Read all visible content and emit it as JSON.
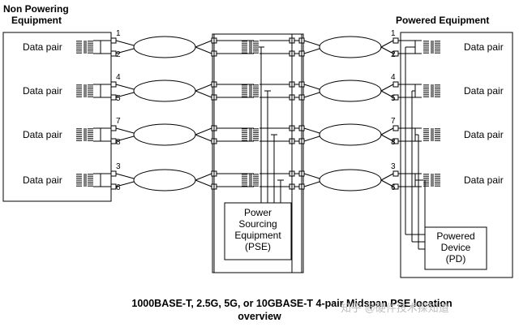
{
  "left_device": {
    "title_line1": "Non Powering",
    "title_line2": "Equipment"
  },
  "right_device": {
    "title": "Powered Equipment"
  },
  "data_pair_label": "Data pair",
  "pairs": [
    {
      "top_pin": "1",
      "bottom_pin": "2"
    },
    {
      "top_pin": "4",
      "bottom_pin": "5"
    },
    {
      "top_pin": "7",
      "bottom_pin": "8"
    },
    {
      "top_pin": "3",
      "bottom_pin": "6"
    }
  ],
  "pse": {
    "line1": "Power",
    "line2": "Sourcing",
    "line3": "Equipment",
    "line4": "(PSE)"
  },
  "pd": {
    "line1": "Powered",
    "line2": "Device",
    "line3": "(PD)"
  },
  "caption": {
    "line1": "1000BASE-T, 2.5G, 5G, or 10GBASE-T 4-pair Midspan PSE location",
    "line2": "overview"
  },
  "watermark": "知乎 @硬件技术探知道",
  "colors": {
    "line": "#000000",
    "background": "#ffffff",
    "watermark": "#bdbdbd"
  }
}
